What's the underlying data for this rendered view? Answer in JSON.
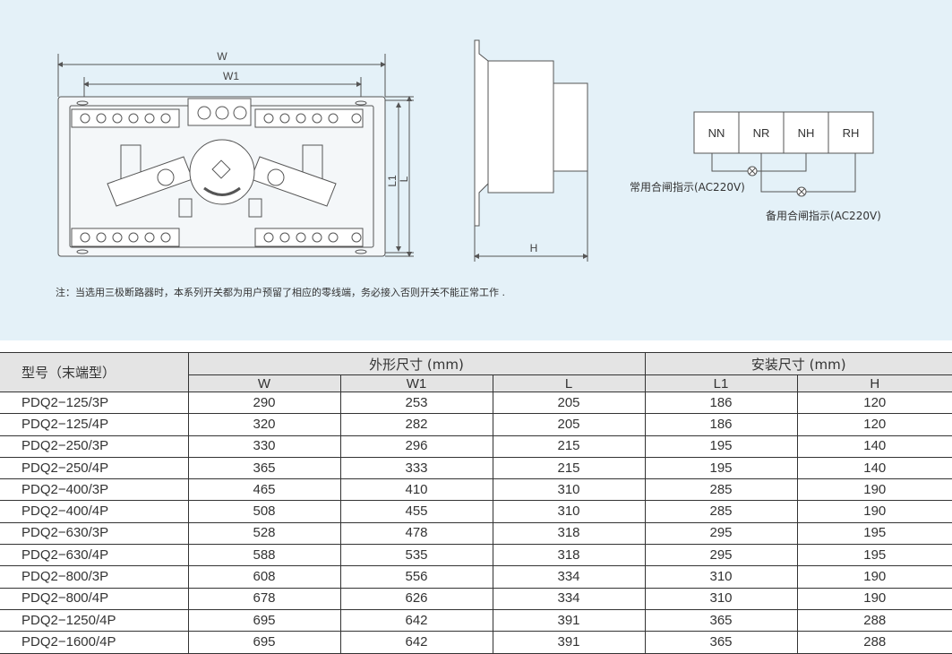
{
  "drawing": {
    "front_view": {
      "dim_w": "W",
      "dim_w1": "W1",
      "dim_l1": "L1",
      "dim_l": "L"
    },
    "side_view": {
      "dim_h": "H"
    },
    "wiring": {
      "terminals": [
        "NN",
        "NR",
        "NH",
        "RH"
      ],
      "lamp1_label": "常用合闸指示(AC220V)",
      "lamp2_label": "备用合闸指示(AC220V)"
    }
  },
  "note": "注：当选用三极断路器时，本系列开关都为用户预留了相应的零线端，务必接入否则开关不能正常工作 .",
  "table": {
    "model_header": "型号（末端型）",
    "group1_header": "外形尺寸 (mm)",
    "group2_header": "安装尺寸 (mm)",
    "columns": [
      "W",
      "W1",
      "L",
      "L1",
      "H"
    ],
    "rows": [
      {
        "model": "PDQ2−125/3P",
        "W": "290",
        "W1": "253",
        "L": "205",
        "L1": "186",
        "H": "120"
      },
      {
        "model": "PDQ2−125/4P",
        "W": "320",
        "W1": "282",
        "L": "205",
        "L1": "186",
        "H": "120"
      },
      {
        "model": "PDQ2−250/3P",
        "W": "330",
        "W1": "296",
        "L": "215",
        "L1": "195",
        "H": "140"
      },
      {
        "model": "PDQ2−250/4P",
        "W": "365",
        "W1": "333",
        "L": "215",
        "L1": "195",
        "H": "140"
      },
      {
        "model": "PDQ2−400/3P",
        "W": "465",
        "W1": "410",
        "L": "310",
        "L1": "285",
        "H": "190"
      },
      {
        "model": "PDQ2−400/4P",
        "W": "508",
        "W1": "455",
        "L": "310",
        "L1": "285",
        "H": "190"
      },
      {
        "model": "PDQ2−630/3P",
        "W": "528",
        "W1": "478",
        "L": "318",
        "L1": "295",
        "H": "195"
      },
      {
        "model": "PDQ2−630/4P",
        "W": "588",
        "W1": "535",
        "L": "318",
        "L1": "295",
        "H": "195"
      },
      {
        "model": "PDQ2−800/3P",
        "W": "608",
        "W1": "556",
        "L": "334",
        "L1": "310",
        "H": "190"
      },
      {
        "model": "PDQ2−800/4P",
        "W": "678",
        "W1": "626",
        "L": "334",
        "L1": "310",
        "H": "190"
      },
      {
        "model": "PDQ2−1250/4P",
        "W": "695",
        "W1": "642",
        "L": "391",
        "L1": "365",
        "H": "288"
      },
      {
        "model": "PDQ2−1600/4P",
        "W": "695",
        "W1": "642",
        "L": "391",
        "L1": "365",
        "H": "288"
      }
    ]
  }
}
